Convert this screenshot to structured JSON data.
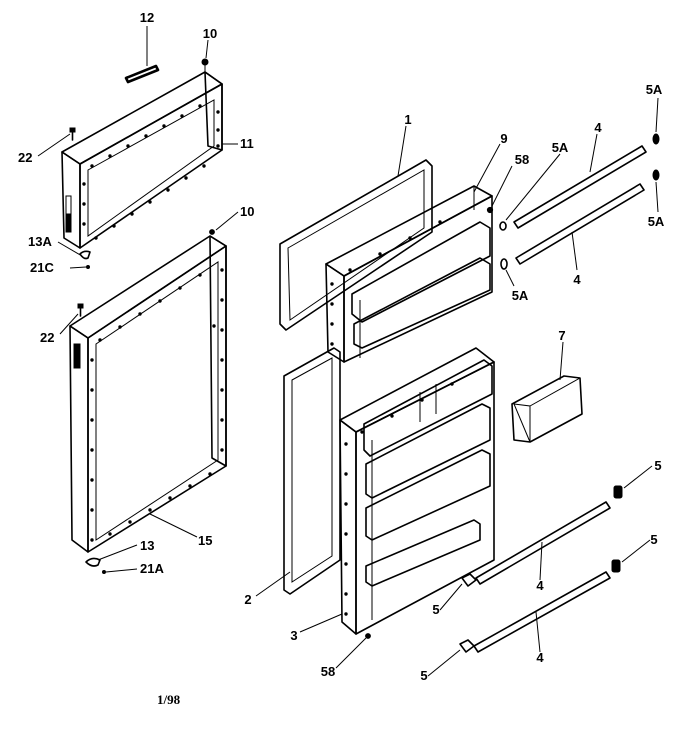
{
  "callouts": {
    "c12": "12",
    "c10a": "10",
    "c10b": "10",
    "c11": "11",
    "c22a": "22",
    "c22b": "22",
    "c13A": "13A",
    "c21C": "21C",
    "c13": "13",
    "c21A": "21A",
    "c15": "15",
    "c1": "1",
    "c9": "9",
    "c58a": "58",
    "c58b": "58",
    "c5Aa": "5A",
    "c5Ab": "5A",
    "c5Ac": "5A",
    "c5Ad": "5A",
    "c4a": "4",
    "c4b": "4",
    "c4c": "4",
    "c4d": "4",
    "c7": "7",
    "c5a": "5",
    "c5b": "5",
    "c5c": "5",
    "c5d": "5",
    "c2": "2",
    "c3": "3"
  },
  "caption": "1/98"
}
